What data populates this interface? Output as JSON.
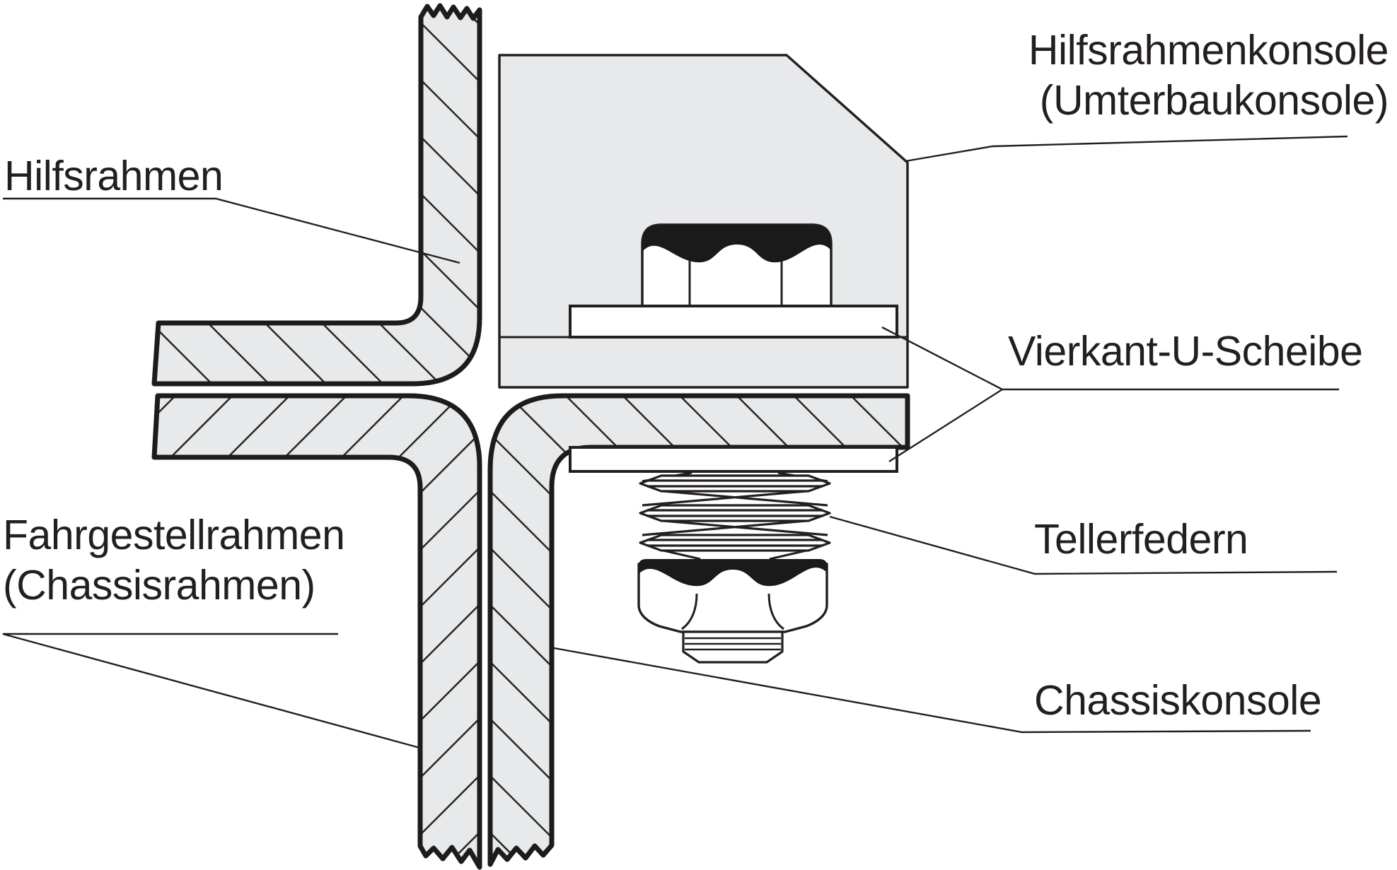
{
  "diagram": {
    "title_none_shown": "",
    "background_color": "#ffffff",
    "part_fill_color": "#e8e9ea",
    "line_color": "#231f20",
    "labels": {
      "hilfsrahmenkonsole": {
        "line1": "Hilfsrahmenkonsole",
        "line2": "(Umterbaukonsole)"
      },
      "hilfsrahmen": {
        "text": "Hilfsrahmen"
      },
      "vierkant_u_scheibe": {
        "text": "Vierkant-U-Scheibe"
      },
      "tellerfedern": {
        "text": "Tellerfedern"
      },
      "fahrgestellrahmen": {
        "line1": "Fahrgestellrahmen",
        "line2": "(Chassisrahmen)"
      },
      "chassiskonsole": {
        "text": "Chassiskonsole"
      }
    }
  }
}
